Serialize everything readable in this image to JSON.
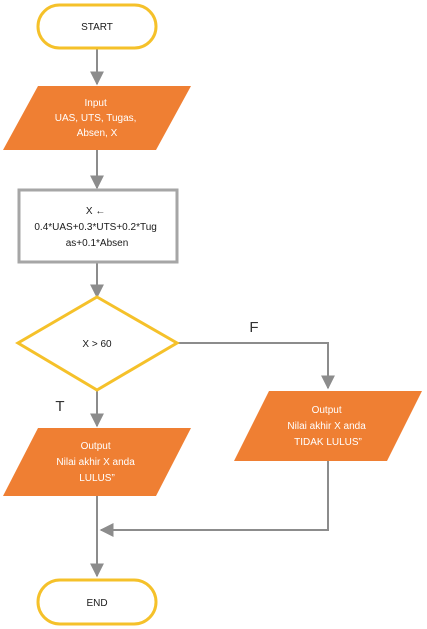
{
  "flowchart": {
    "start": "START",
    "input": {
      "lines": [
        "Input",
        "UAS, UTS, Tugas,",
        "Absen, X"
      ]
    },
    "process": {
      "lines": [
        "X ←",
        "0.4*UAS+0.3*UTS+0.2*Tug",
        "as+0.1*Absen"
      ]
    },
    "decision": "X > 60",
    "branch_true_label": "T",
    "branch_false_label": "F",
    "output_pass": {
      "lines": [
        "Output",
        "Nilai akhir X anda",
        "LULUS”"
      ]
    },
    "output_fail": {
      "lines": [
        "Output",
        "Nilai akhir X anda",
        "TIDAK LULUS”"
      ]
    },
    "end": "END"
  },
  "colors": {
    "terminal_fill": "#ffffff",
    "terminal_stroke": "#f5c12a",
    "io_fill": "#ef7f33",
    "process_stroke": "#a6a6a6",
    "decision_stroke": "#f5c12a",
    "arrow": "#8c8c8c"
  }
}
